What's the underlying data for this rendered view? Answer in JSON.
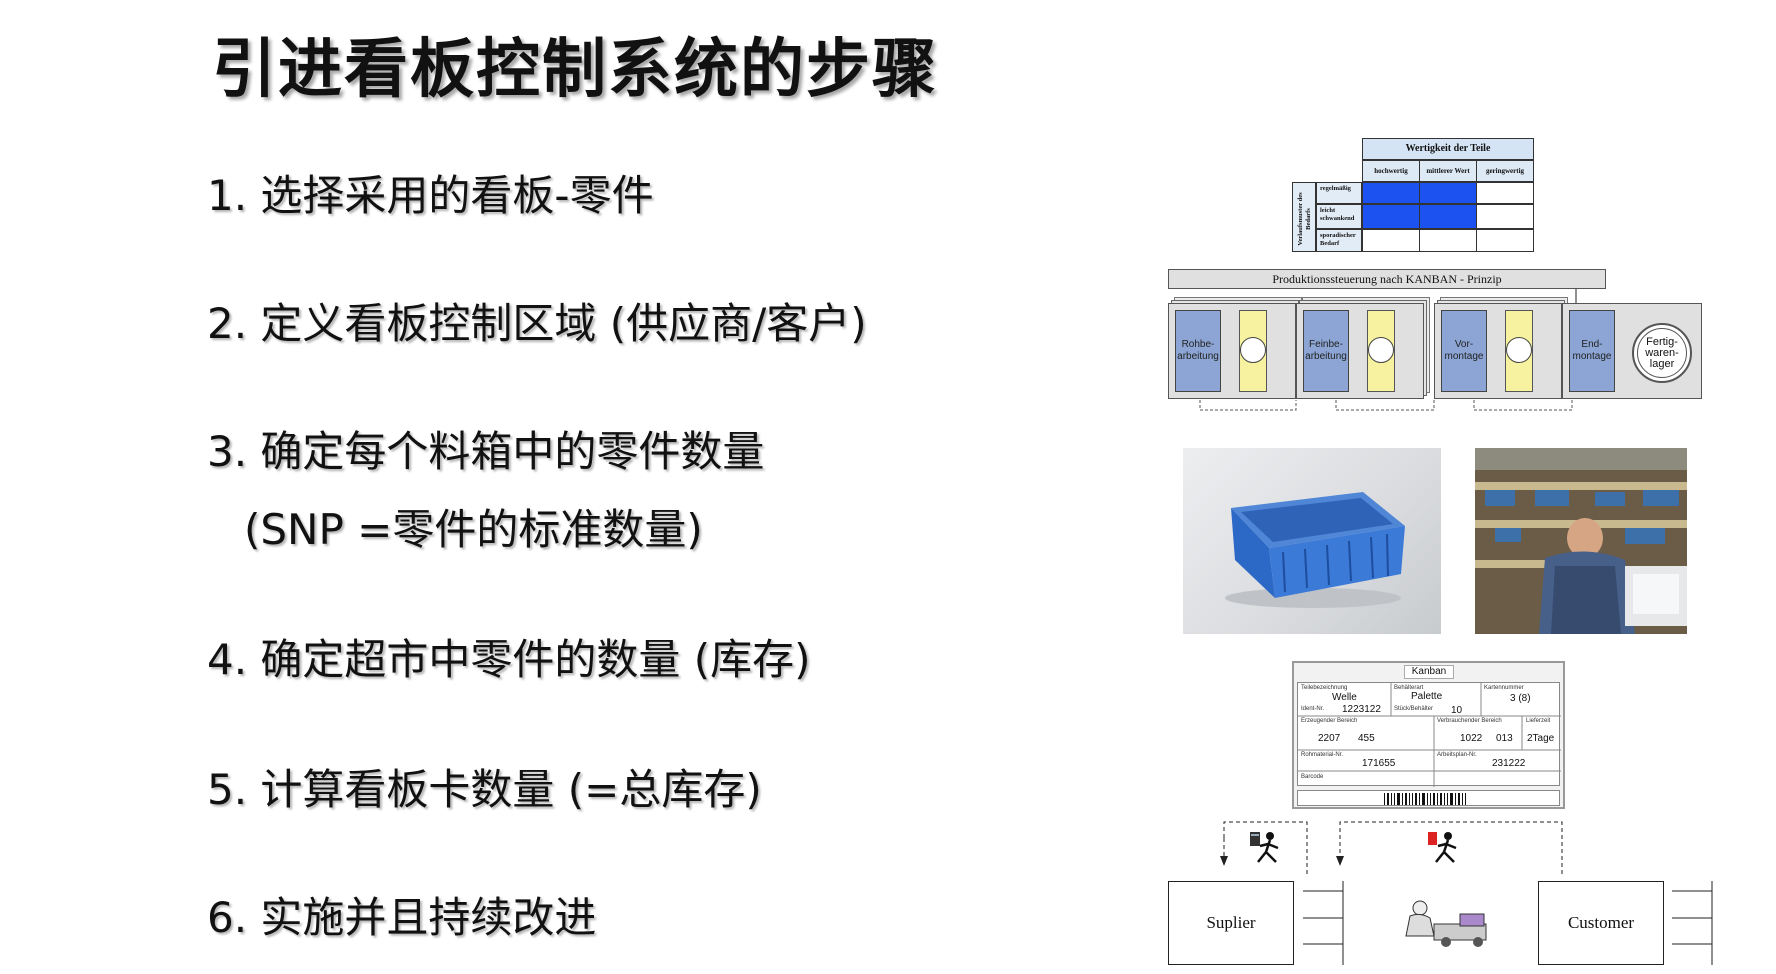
{
  "title": "引进看板控制系统的步骤",
  "steps": [
    "1. 选择采用的看板-零件",
    "2. 定义看板控制区域 (供应商/客户)",
    "3. 确定每个料箱中的零件数量",
    "(SNP =零件的标准数量)",
    "4. 确定超市中零件的数量 (库存)",
    "5. 计算看板卡数量 (=总库存)",
    "6. 实施并且持续改进"
  ],
  "matrix": {
    "header": "Wertigkeit der Teile",
    "columns": [
      "hochwertig",
      "mittlerer Wert",
      "geringwertig"
    ],
    "side_label": "Verlaufsmuster des Bedarfs",
    "rows": [
      "regelmäßig",
      "leicht schwankend",
      "sporadischer Bedarf"
    ],
    "colors": {
      "highlight": "#1b52f0",
      "empty": "#ffffff"
    }
  },
  "flow": {
    "banner": "Produktionssteuerung nach KANBAN - Prinzip",
    "stations": [
      "Rohbe-\narbeitung",
      "Feinbe-\narbeitung",
      "Vor-\nmontage",
      "End-\nmontage"
    ],
    "final": "Fertig-\nwaren-\nlager"
  },
  "kanban_card": {
    "title": "Kanban",
    "teilebezeichnung_label": "Teilebezeichnung",
    "teilebezeichnung": "Welle",
    "behaelterart_label": "Behälterart",
    "behaelterart": "Palette",
    "kartennummer_label": "Kartennummer",
    "kartennummer": "3 (8)",
    "ident_label": "Ident-Nr.",
    "ident": "1223122",
    "stueck_label": "Stück/Behälter",
    "stueck": "10",
    "erzeugender_label": "Erzeugender Bereich",
    "erzeugender_a": "2207",
    "erzeugender_b": "455",
    "verbrauchender_label": "Verbrauchender Bereich",
    "verbrauchender_a": "1022",
    "verbrauchender_b": "013",
    "lieferzeit_label": "Lieferzeit",
    "lieferzeit": "2Tage",
    "rohmaterial_label": "Rohmaterial-Nr.",
    "rohmaterial": "171655",
    "arbeitsplan_label": "Arbeitsplan-Nr.",
    "arbeitsplan": "231222",
    "barcode_label": "Barcode"
  },
  "supply_chain": {
    "supplier": "Suplier",
    "customer": "Customer"
  }
}
